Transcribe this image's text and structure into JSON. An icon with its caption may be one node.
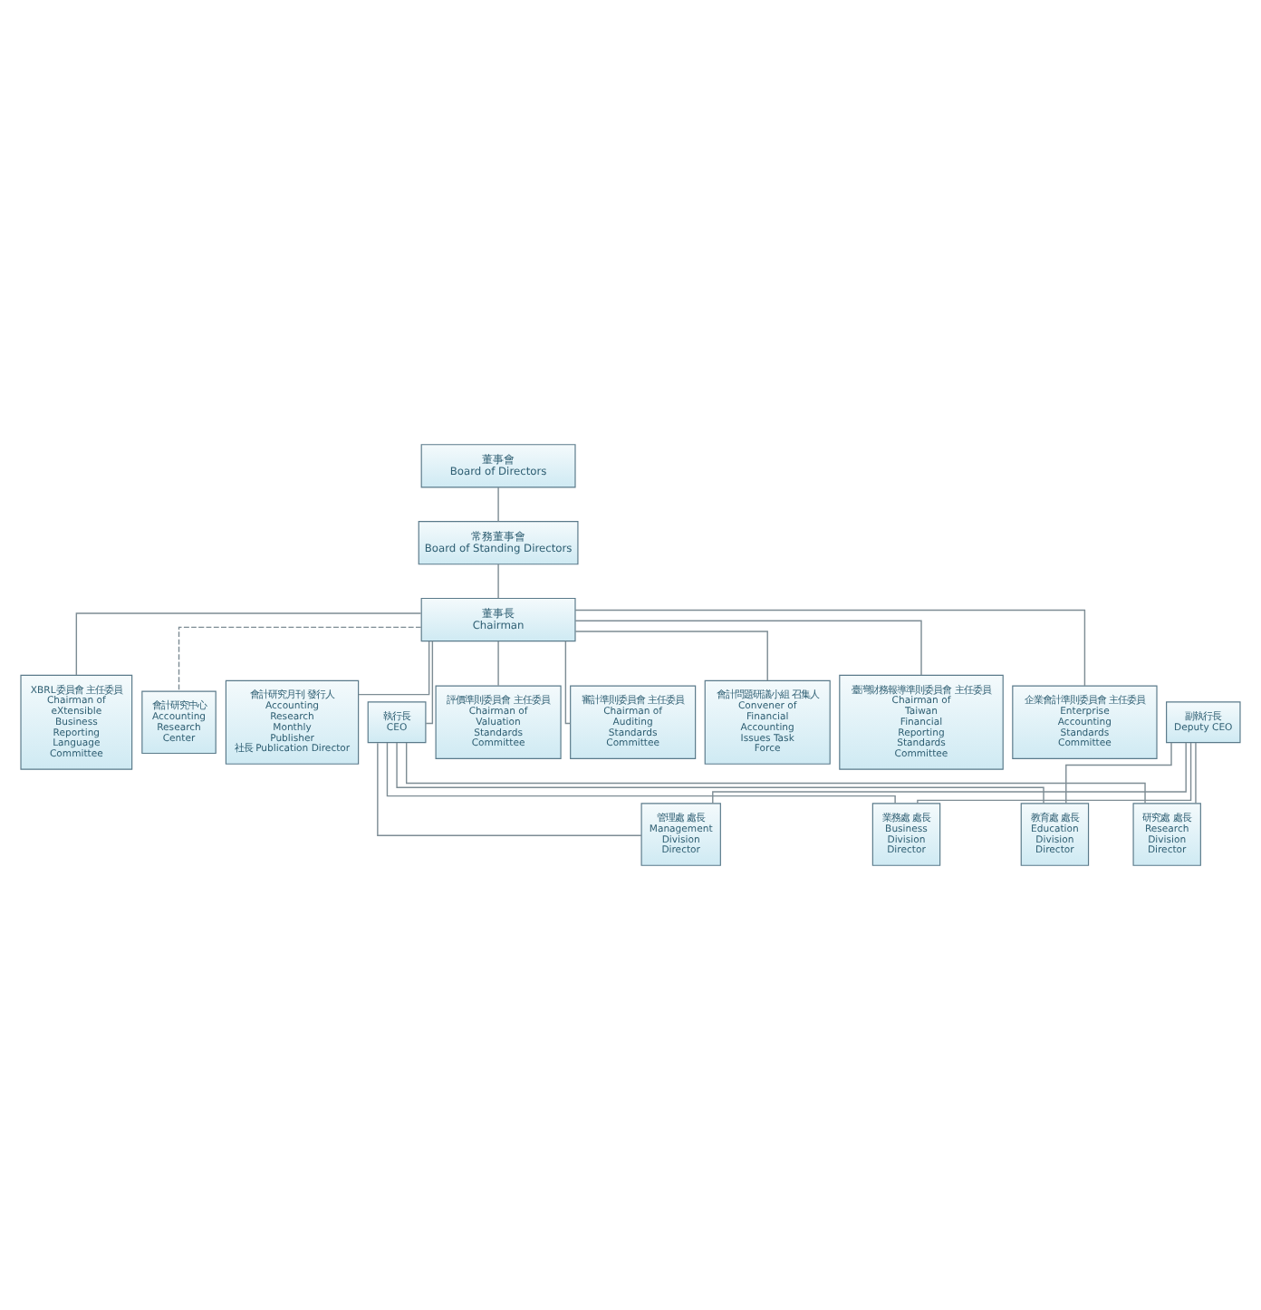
{
  "diagram": {
    "nodes": [
      {
        "text": [
          "董事會",
          "Board of Directors"
        ]
      },
      {
        "text": [
          "常務董事會",
          "Board of Standing Directors"
        ]
      },
      {
        "text": [
          "董事長",
          "Chairman"
        ]
      },
      {
        "text": [
          "XBRL委員會 主任委員",
          "Chairman of eXtensible Business Reporting Language Committee"
        ]
      },
      {
        "text": [
          "會計研究中心",
          "Accounting Research Center"
        ]
      },
      {
        "text": [
          "會計研究月刊 發行人",
          "Accounting Research Monthly Publisher",
          "社長 Publication Director"
        ]
      },
      {
        "text": [
          "副執行長",
          "Deputy CEO"
        ]
      },
      {
        "text": [
          "執行長",
          "CEO"
        ]
      },
      {
        "text": [
          "評價準則委員會 主任委員",
          "Chairman of Valuation Standards Committee"
        ]
      },
      {
        "text": [
          "審計準則委員會 主任委員",
          "Chairman of Auditing Standards Committee"
        ]
      },
      {
        "text": [
          "會計問題研議小組 召集人",
          "Convener of Financial Accounting Issues Task Force"
        ]
      },
      {
        "text": [
          "臺灣財務報導準則委員會 主任委員",
          "Chairman of Taiwan Financial Reporting Standards Committee"
        ]
      },
      {
        "text": [
          "企業會計準則委員會 主任委員",
          "Enterprise Accounting Standards Committee"
        ]
      },
      {
        "text": [
          "管理處 處長",
          "Management Division Director"
        ]
      },
      {
        "text": [
          "業務處 處長",
          "Business Division Director"
        ]
      },
      {
        "text": [
          "教育處 處長",
          "Education Division Director"
        ]
      },
      {
        "text": [
          "研究處 處長",
          "Research Division Director"
        ]
      }
    ],
    "edges": [
      {
        "from": 0,
        "to": 1,
        "arrow": "none"
      },
      {
        "from": 1,
        "to": 2,
        "arrow": "none"
      },
      {
        "from": 2,
        "to": 3,
        "arrow": "none"
      },
      {
        "from": 2,
        "to": 4,
        "arrow": "none",
        "style": "dashed"
      },
      {
        "from": 2,
        "to": 5,
        "arrow": "none"
      },
      {
        "from": 2,
        "to": 7,
        "arrow": "none"
      },
      {
        "from": 2,
        "to": 8,
        "arrow": "none"
      },
      {
        "from": 2,
        "to": 9,
        "arrow": "none"
      },
      {
        "from": 2,
        "to": 10,
        "arrow": "none"
      },
      {
        "from": 2,
        "to": 11,
        "arrow": "none"
      },
      {
        "from": 2,
        "to": 12,
        "arrow": "none"
      },
      {
        "from": 6,
        "to": 13,
        "arrow": "none"
      },
      {
        "from": 6,
        "to": 14,
        "arrow": "none"
      },
      {
        "from": 6,
        "to": 15,
        "arrow": "none"
      },
      {
        "from": 6,
        "to": 16,
        "arrow": "none"
      },
      {
        "from": 7,
        "to": 13,
        "arrow": "none"
      },
      {
        "from": 7,
        "to": 14,
        "arrow": "none"
      },
      {
        "from": 7,
        "to": 15,
        "arrow": "none"
      },
      {
        "from": 7,
        "to": 16,
        "arrow": "none"
      }
    ]
  }
}
